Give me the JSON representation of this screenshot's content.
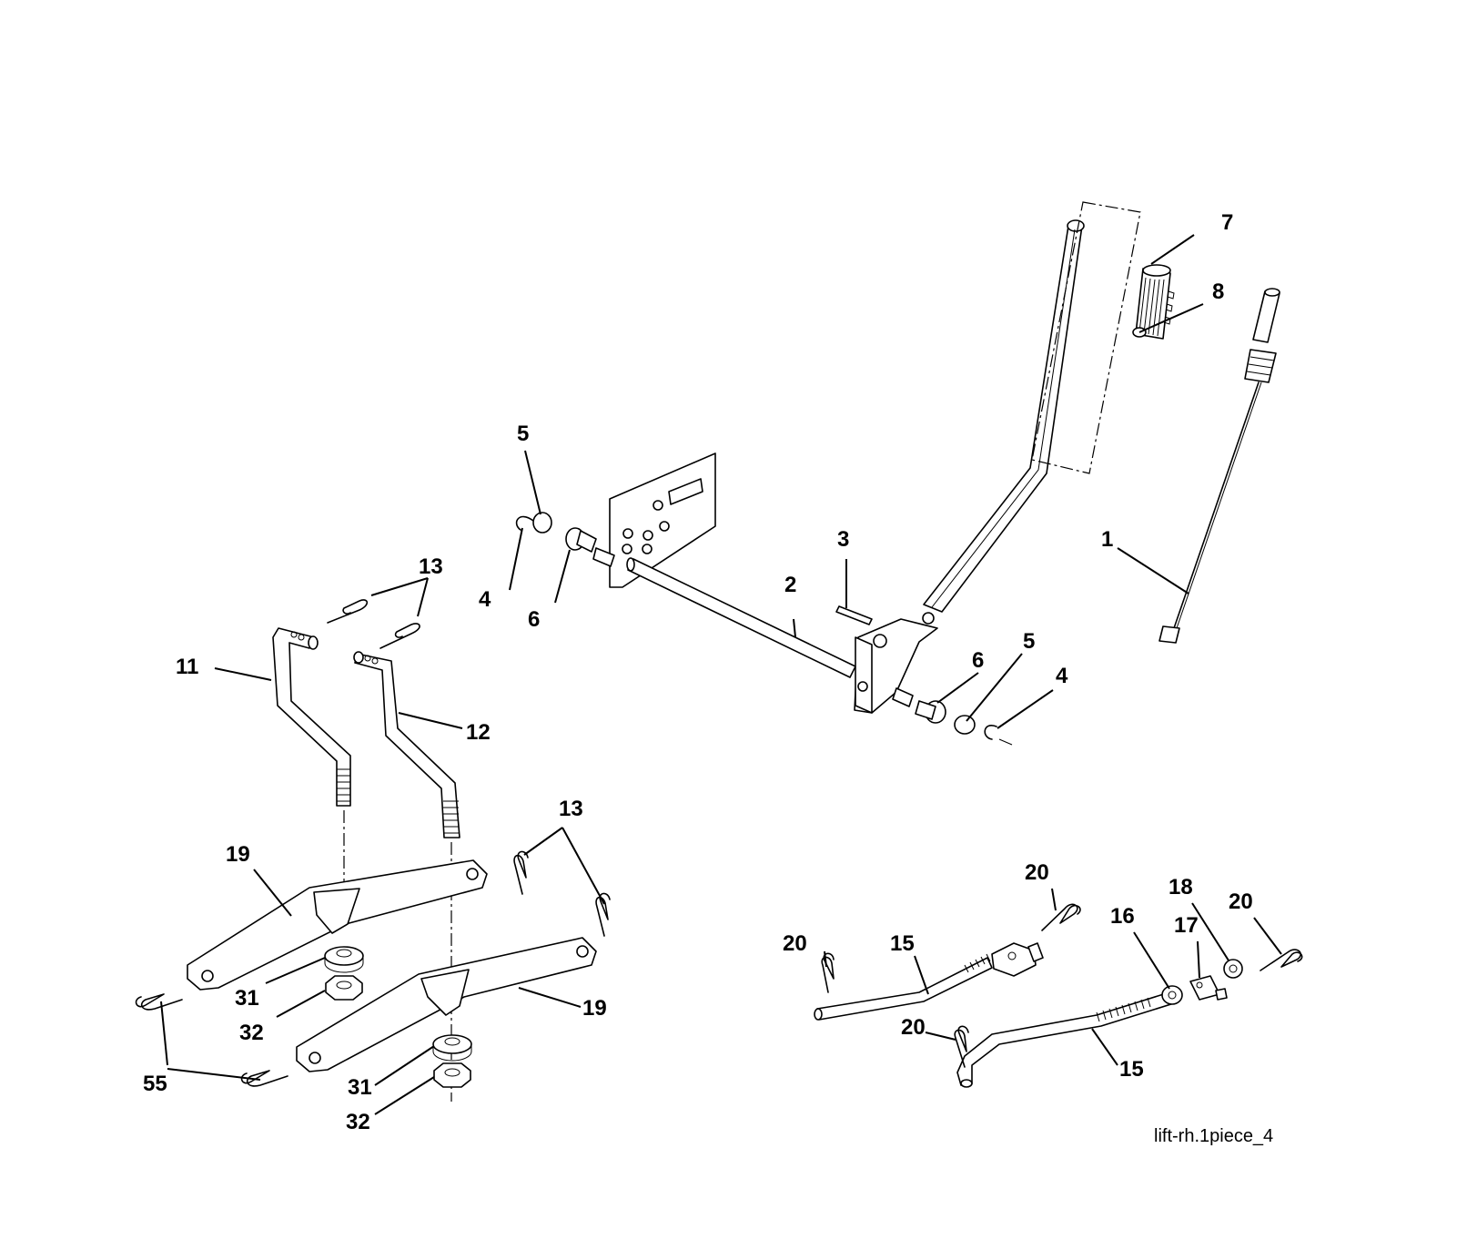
{
  "callouts": [
    {
      "id": "c1",
      "label": "1"
    },
    {
      "id": "c2",
      "label": "2"
    },
    {
      "id": "c3",
      "label": "3"
    },
    {
      "id": "c4a",
      "label": "4"
    },
    {
      "id": "c4b",
      "label": "4"
    },
    {
      "id": "c5a",
      "label": "5"
    },
    {
      "id": "c5b",
      "label": "5"
    },
    {
      "id": "c6a",
      "label": "6"
    },
    {
      "id": "c6b",
      "label": "6"
    },
    {
      "id": "c7",
      "label": "7"
    },
    {
      "id": "c8",
      "label": "8"
    },
    {
      "id": "c11",
      "label": "11"
    },
    {
      "id": "c12",
      "label": "12"
    },
    {
      "id": "c13a",
      "label": "13"
    },
    {
      "id": "c13b",
      "label": "13"
    },
    {
      "id": "c15a",
      "label": "15"
    },
    {
      "id": "c15b",
      "label": "15"
    },
    {
      "id": "c16",
      "label": "16"
    },
    {
      "id": "c17",
      "label": "17"
    },
    {
      "id": "c18",
      "label": "18"
    },
    {
      "id": "c19a",
      "label": "19"
    },
    {
      "id": "c19b",
      "label": "19"
    },
    {
      "id": "c20a",
      "label": "20"
    },
    {
      "id": "c20b",
      "label": "20"
    },
    {
      "id": "c20c",
      "label": "20"
    },
    {
      "id": "c20d",
      "label": "20"
    },
    {
      "id": "c31a",
      "label": "31"
    },
    {
      "id": "c31b",
      "label": "31"
    },
    {
      "id": "c32a",
      "label": "32"
    },
    {
      "id": "c32b",
      "label": "32"
    },
    {
      "id": "c55",
      "label": "55"
    }
  ],
  "drawing_id": "lift-rh.1piece_4"
}
